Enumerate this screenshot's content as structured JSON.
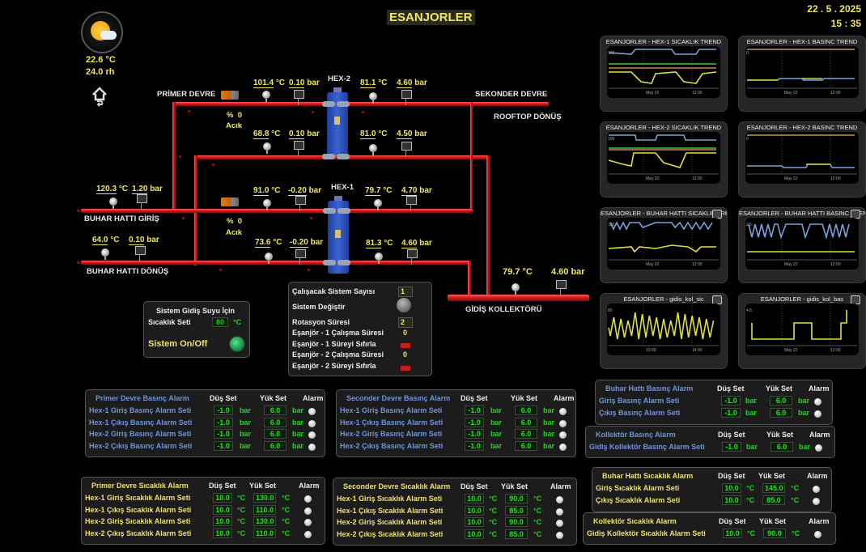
{
  "header": {
    "title": "ESANJORLER",
    "date": "22 . 5 . 2025",
    "time": "15 : 35"
  },
  "weather": {
    "icon": "partly-sunny-icon",
    "temperature": "22.6 °C",
    "humidity": "24.0 rh",
    "home_icon": "home-back-icon"
  },
  "labels": {
    "primer_devre": "PRİMER DEVRE",
    "sekonder_devre": "SEKONDER DEVRE",
    "rooftop_donus": "ROOFTOP DÖNÜŞ",
    "buhar_giris": "BUHAR HATTI GİRİŞ",
    "buhar_donus": "BUHAR HATTI DÖNÜŞ",
    "hex1": "HEX-1",
    "hex2": "HEX-2",
    "gidis_kollektoru": "GİDİŞ KOLLEKTÖRÜ"
  },
  "valves": {
    "hex2_valve": {
      "percent_label": "%",
      "percent": "0",
      "state": "Acık"
    },
    "hex1_valve": {
      "percent_label": "%",
      "percent": "0",
      "state": "Acık"
    }
  },
  "sensors": {
    "hex2_primer_in_temp": "101.4",
    "hex2_primer_in_press": "0.10",
    "hex2_primer_out_temp": "68.8",
    "hex2_primer_out_press": "0.10",
    "hex2_sek_out_temp": "81.1",
    "hex2_sek_out_press": "4.60",
    "hex2_sek_in_temp": "81.0",
    "hex2_sek_in_press": "4.50",
    "buhar_giris_temp": "120.3",
    "buhar_giris_press": "1.20",
    "buhar_donus_temp": "64.0",
    "buhar_donus_press": "0.10",
    "hex1_primer_in_temp": "91.0",
    "hex1_primer_in_press": "-0.20",
    "hex1_primer_out_temp": "73.6",
    "hex1_primer_out_press": "-0.20",
    "hex1_sek_out_temp": "79.7",
    "hex1_sek_out_press": "4.70",
    "hex1_sek_in_temp": "81.3",
    "hex1_sek_in_press": "4.60",
    "kollektor_temp": "79.7 °C",
    "kollektor_press": "4.60 bar",
    "unit_c": "°C",
    "unit_bar": "bar"
  },
  "system_panel": {
    "title": "Sistem Gidiş Suyu İçin",
    "setpoint_label": "Sıcaklık Seti",
    "setpoint_value": "80",
    "setpoint_unit": "°C",
    "onoff_label": "Sistem On/Off",
    "onoff_state": "on"
  },
  "rotation_panel": {
    "rows": [
      {
        "label": "Çalışacak Sistem Sayısı",
        "value": "1"
      },
      {
        "label": "Sistem Değiştir"
      },
      {
        "label": "Rotasyon Süresi",
        "value": "2"
      },
      {
        "label": "Eşanjör - 1 Çalışma Süresi",
        "value": "0"
      },
      {
        "label": "Eşanjör - 1 Süreyi Sıfırla"
      },
      {
        "label": "Eşanjör - 2 Çalışma Süresi",
        "value": "0"
      },
      {
        "label": "Eşanjör - 2 Süreyi Sıfırla"
      }
    ]
  },
  "trends": [
    {
      "title": "ESANJORLER - HEX-1 SICAKLIK TREND",
      "y_tick": "100",
      "x_ticks": [
        "May 22",
        "12:00"
      ]
    },
    {
      "title": "ESANJORLER - HEX-1 BASINC TREND",
      "y_tick": "0",
      "x_ticks": [
        "May 22",
        "12:00"
      ]
    },
    {
      "title": "ESANJORLER - HEX-2 SICAKLIK TREND",
      "y_tick": "100",
      "x_ticks": [
        "May 22",
        "12:00"
      ]
    },
    {
      "title": "ESANJORLER - HEX-2 BASINC TREND",
      "y_tick": "0",
      "x_ticks": [
        "May 22",
        "12:00"
      ]
    },
    {
      "title": "ESANJORLER - BUHAR HATTI SICAKLIK TREND",
      "y_tick": "100",
      "x_ticks": [
        "May 22",
        "12:00"
      ]
    },
    {
      "title": "ESANJORLER - BUHAR HATTI BASINC TREND",
      "y_tick": "2.5",
      "x_ticks": [
        "May 22",
        "12:00"
      ]
    },
    {
      "title": "ESANJORLER - gidis_kol_sic",
      "y_tick": "80",
      "x_ticks": [
        "10:00",
        "14:00"
      ]
    },
    {
      "title": "ESANJORLER - gidis_kol_bas",
      "y_tick": "4.6",
      "x_ticks": [
        "May 22",
        "12:00"
      ]
    }
  ],
  "alarm_headers": {
    "low": "Düş Set",
    "high": "Yük Set",
    "alarm": "Alarm"
  },
  "alarms": {
    "primer_pressure": {
      "title": "Primer Devre Basınç Alarm",
      "unit": "bar",
      "rows": [
        {
          "label": "Hex-1 Giriş Basınç Alarm Seti",
          "low": "-1.0",
          "high": "6.0"
        },
        {
          "label": "Hex-1 Çıkış Basınç Alarm Seti",
          "low": "-1.0",
          "high": "6.0"
        },
        {
          "label": "Hex-2 Giriş Basınç Alarm Seti",
          "low": "-1.0",
          "high": "6.0"
        },
        {
          "label": "Hex-2 Çıkış Basınç Alarm Seti",
          "low": "-1.0",
          "high": "6.0"
        }
      ]
    },
    "seconder_pressure": {
      "title": "Seconder Devre Basınç Alarm",
      "unit": "bar",
      "rows": [
        {
          "label": "Hex-1 Giriş Basınç Alarm Seti",
          "low": "-1.0",
          "high": "6.0"
        },
        {
          "label": "Hex-1 Çıkış Basınç Alarm Seti",
          "low": "-1.0",
          "high": "6.0"
        },
        {
          "label": "Hex-2 Giriş Basınç Alarm Seti",
          "low": "-1.0",
          "high": "6.0"
        },
        {
          "label": "Hex-2 Çıkış Basınç Alarm Seti",
          "low": "-1.0",
          "high": "6.0"
        }
      ]
    },
    "buhar_pressure": {
      "title": "Buhar Hattı Basınç Alarm",
      "unit": "bar",
      "rows": [
        {
          "label": "Giriş Basınç Alarm Seti",
          "low": "-1.0",
          "high": "6.0"
        },
        {
          "label": "Çıkış Basınç Alarm Seti",
          "low": "-1.0",
          "high": "6.0"
        }
      ]
    },
    "kollektor_pressure": {
      "title": "Kollektör Basınç Alarm",
      "unit": "bar",
      "rows": [
        {
          "label": "Gidiş Kollektör Basınç Alarm Seti",
          "low": "-1.0",
          "high": "6.0"
        }
      ]
    },
    "primer_temp": {
      "title": "Primer Devre Sıcaklık Alarm",
      "unit": "°C",
      "rows": [
        {
          "label": "Hex-1 Giriş Sıcaklık Alarm Seti",
          "low": "10.0",
          "high": "130.0"
        },
        {
          "label": "Hex-1 Çıkış Sıcaklık Alarm Seti",
          "low": "10.0",
          "high": "110.0"
        },
        {
          "label": "Hex-2 Giriş Sıcaklık Alarm Seti",
          "low": "10.0",
          "high": "130.0"
        },
        {
          "label": "Hex-2 Çıkış Sıcaklık Alarm Seti",
          "low": "10.0",
          "high": "110.0"
        }
      ]
    },
    "seconder_temp": {
      "title": "Seconder Devre Sıcaklık Alarm",
      "unit": "°C",
      "rows": [
        {
          "label": "Hex-1 Giriş Sıcaklık Alarm Seti",
          "low": "10.0",
          "high": "90.0"
        },
        {
          "label": "Hex-1 Çıkış Sıcaklık Alarm Seti",
          "low": "10.0",
          "high": "85.0"
        },
        {
          "label": "Hex-2 Giriş Sıcaklık Alarm Seti",
          "low": "10.0",
          "high": "90.0"
        },
        {
          "label": "Hex-2 Çıkış Sıcaklık Alarm Seti",
          "low": "10.0",
          "high": "85.0"
        }
      ]
    },
    "buhar_temp": {
      "title": "Buhar Hattı Sıcaklık Alarm",
      "unit": "°C",
      "rows": [
        {
          "label": "Giriş Sıcaklık Alarm Seti",
          "low": "10.0",
          "high": "145.0"
        },
        {
          "label": "Çıkış Sıcaklık Alarm Seti",
          "low": "10.0",
          "high": "85.0"
        }
      ]
    },
    "kollektor_temp": {
      "title": "Kollektör Sıcaklık Alarm",
      "unit": "°C",
      "rows": [
        {
          "label": "Gidiş Kollektör Sıcaklık Alarm Seti",
          "low": "10.0",
          "high": "90.0"
        }
      ]
    }
  }
}
